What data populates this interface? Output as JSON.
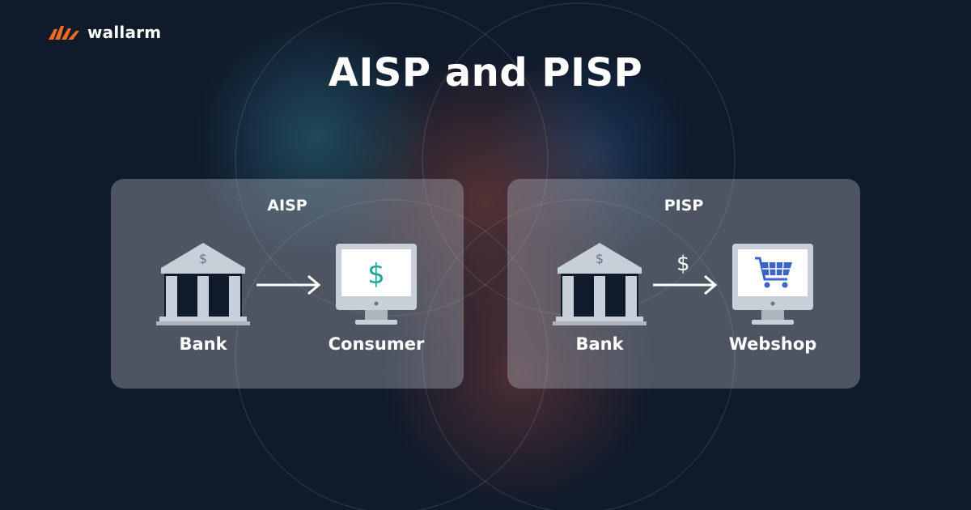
{
  "brand": {
    "logo_text": "wallarm",
    "logo_icon": "wallarm-logo-icon",
    "accent": "#f26b21"
  },
  "title": "AISP and PISP",
  "panels": [
    {
      "title": "AISP",
      "from": {
        "label": "Bank",
        "icon": "bank-icon"
      },
      "to": {
        "label": "Consumer",
        "icon": "monitor-dollar-icon"
      },
      "arrow_label": ""
    },
    {
      "title": "PISP",
      "from": {
        "label": "Bank",
        "icon": "bank-icon"
      },
      "to": {
        "label": "Webshop",
        "icon": "monitor-cart-icon"
      },
      "arrow_label": "$"
    }
  ],
  "colors": {
    "background": "#0f1a2b",
    "icon_light": "#c9cfd8",
    "dollar_teal": "#1fa89a",
    "cart_blue": "#3d63c9"
  }
}
